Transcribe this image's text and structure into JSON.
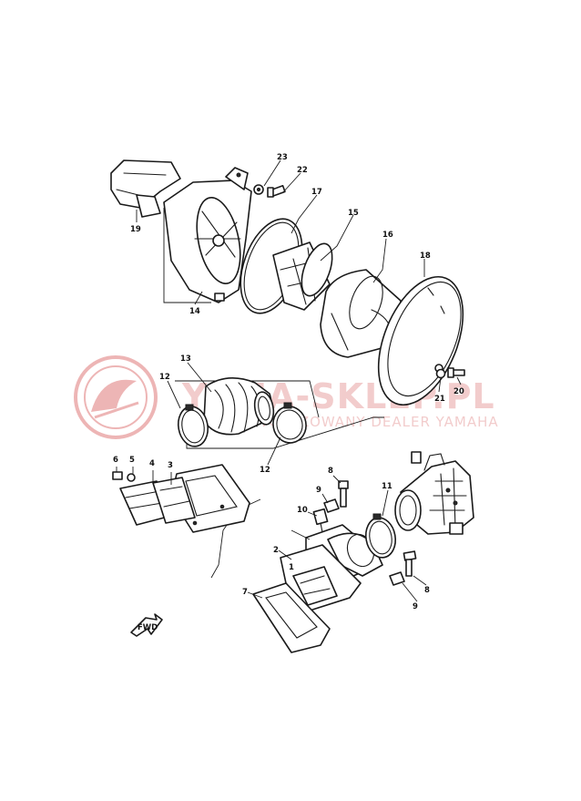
{
  "diagram": {
    "callouts": [
      "1",
      "2",
      "3",
      "4",
      "5",
      "6",
      "7",
      "8",
      "8",
      "9",
      "9",
      "10",
      "11",
      "12",
      "12",
      "13",
      "14",
      "15",
      "16",
      "17",
      "18",
      "19",
      "20",
      "21",
      "22",
      "23"
    ],
    "front_arrow_label": "FWD"
  },
  "watermark": {
    "brand": "YAMA-SKLEP.PL",
    "subtitle": "AUTORYZOWANY DEALER YAMAHA",
    "color": "#e8a3a3"
  }
}
